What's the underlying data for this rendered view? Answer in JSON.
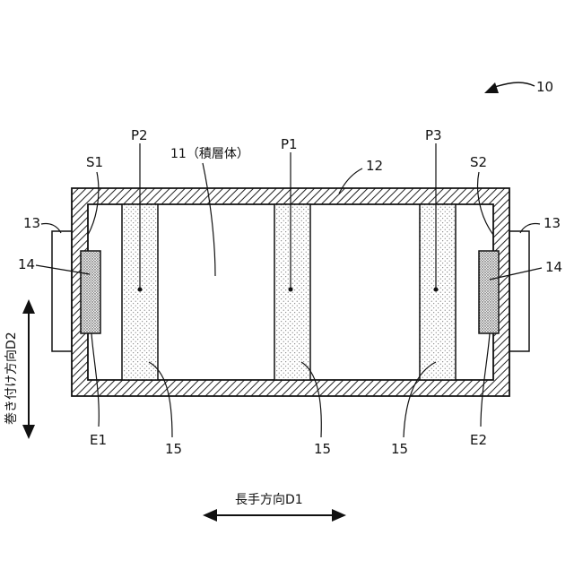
{
  "figure_number": "10",
  "labels": {
    "p1": "P1",
    "p2": "P2",
    "p3": "P3",
    "s1": "S1",
    "s2": "S2",
    "e1": "E1",
    "e2": "E2",
    "ref_11": "11（積層体）",
    "ref_12": "12",
    "ref_13_left": "13",
    "ref_13_right": "13",
    "ref_14_left": "14",
    "ref_14_right": "14",
    "ref_15_left": "15",
    "ref_15_mid": "15",
    "ref_15_right": "15"
  },
  "directions": {
    "long_axis": "長手方向D1",
    "winding_axis": "巻き付け方向D2"
  }
}
